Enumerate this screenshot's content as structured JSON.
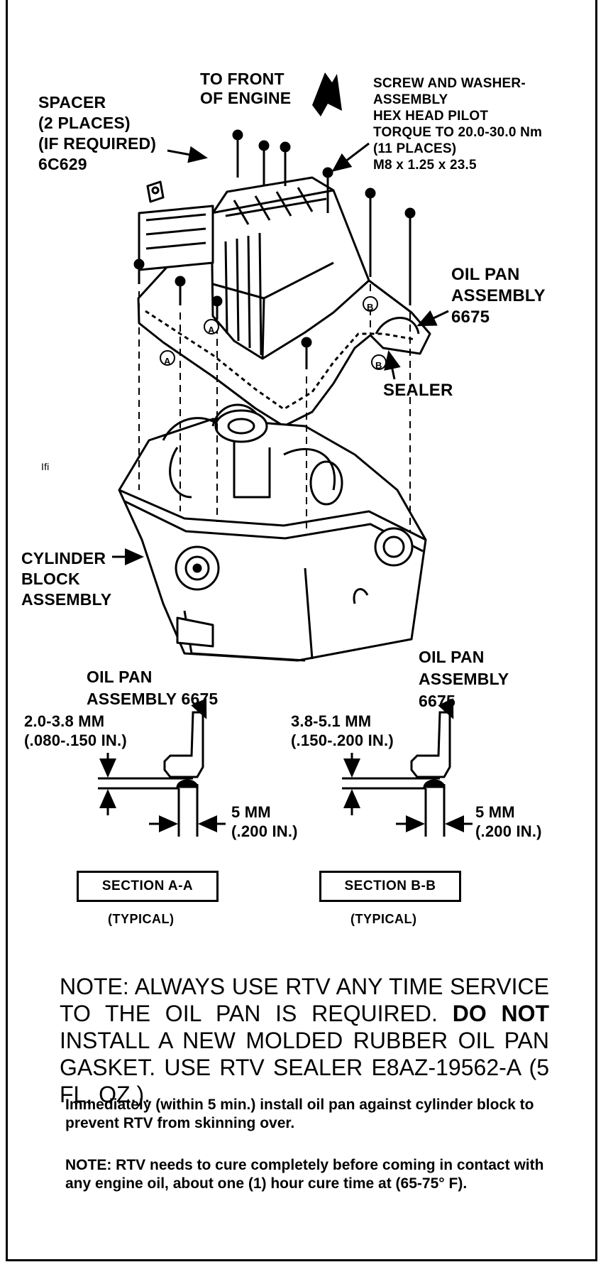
{
  "callouts": {
    "front": "TO FRONT\nOF ENGINE",
    "spacer": "SPACER\n(2 PLACES)\n(IF REQUIRED)\n6C629",
    "screw": "SCREW AND WASHER-\nASSEMBLY\nHEX HEAD PILOT\nTORQUE TO 20.0-30.0 Nm\n(11 PLACES)\nM8 x 1.25 x 23.5",
    "oil_pan_top": "OIL PAN\nASSEMBLY\n6675",
    "sealer": "SEALER",
    "cylinder_block": "CYLINDER\nBLOCK\nASSEMBLY",
    "stray_mark": "Ifi",
    "marker_a": "A",
    "marker_b": "B"
  },
  "section_a": {
    "pan_label": "OIL PAN\nASSEMBLY 6675",
    "gap": "2.0-3.8 MM\n(.080-.150 IN.)",
    "width": "5 MM\n(.200 IN.)",
    "title": "SECTION A-A",
    "typical": "(TYPICAL)"
  },
  "section_b": {
    "pan_label": "OIL PAN\nASSEMBLY\n6675",
    "gap": "3.8-5.1 MM\n(.150-.200 IN.)",
    "width": "5 MM\n(.200 IN.)",
    "title": "SECTION B-B",
    "typical": "(TYPICAL)"
  },
  "note_main": {
    "part1": "NOTE: ALWAYS USE RTV ANY TIME SERVICE TO THE OIL PAN IS REQUIRED. ",
    "emph": "DO NOT",
    "part2": " INSTALL A NEW MOLDED RUBBER OIL PAN GASKET. USE RTV SEALER E8AZ-19562-A (5 FL. OZ.)."
  },
  "note_immediate": "Immediately (within 5 min.) install oil pan against cylinder block to prevent RTV from skinning over.",
  "note_cure": "NOTE: RTV needs to cure completely before coming in contact with any engine oil, about one (1) hour cure time at (65-75° F)."
}
